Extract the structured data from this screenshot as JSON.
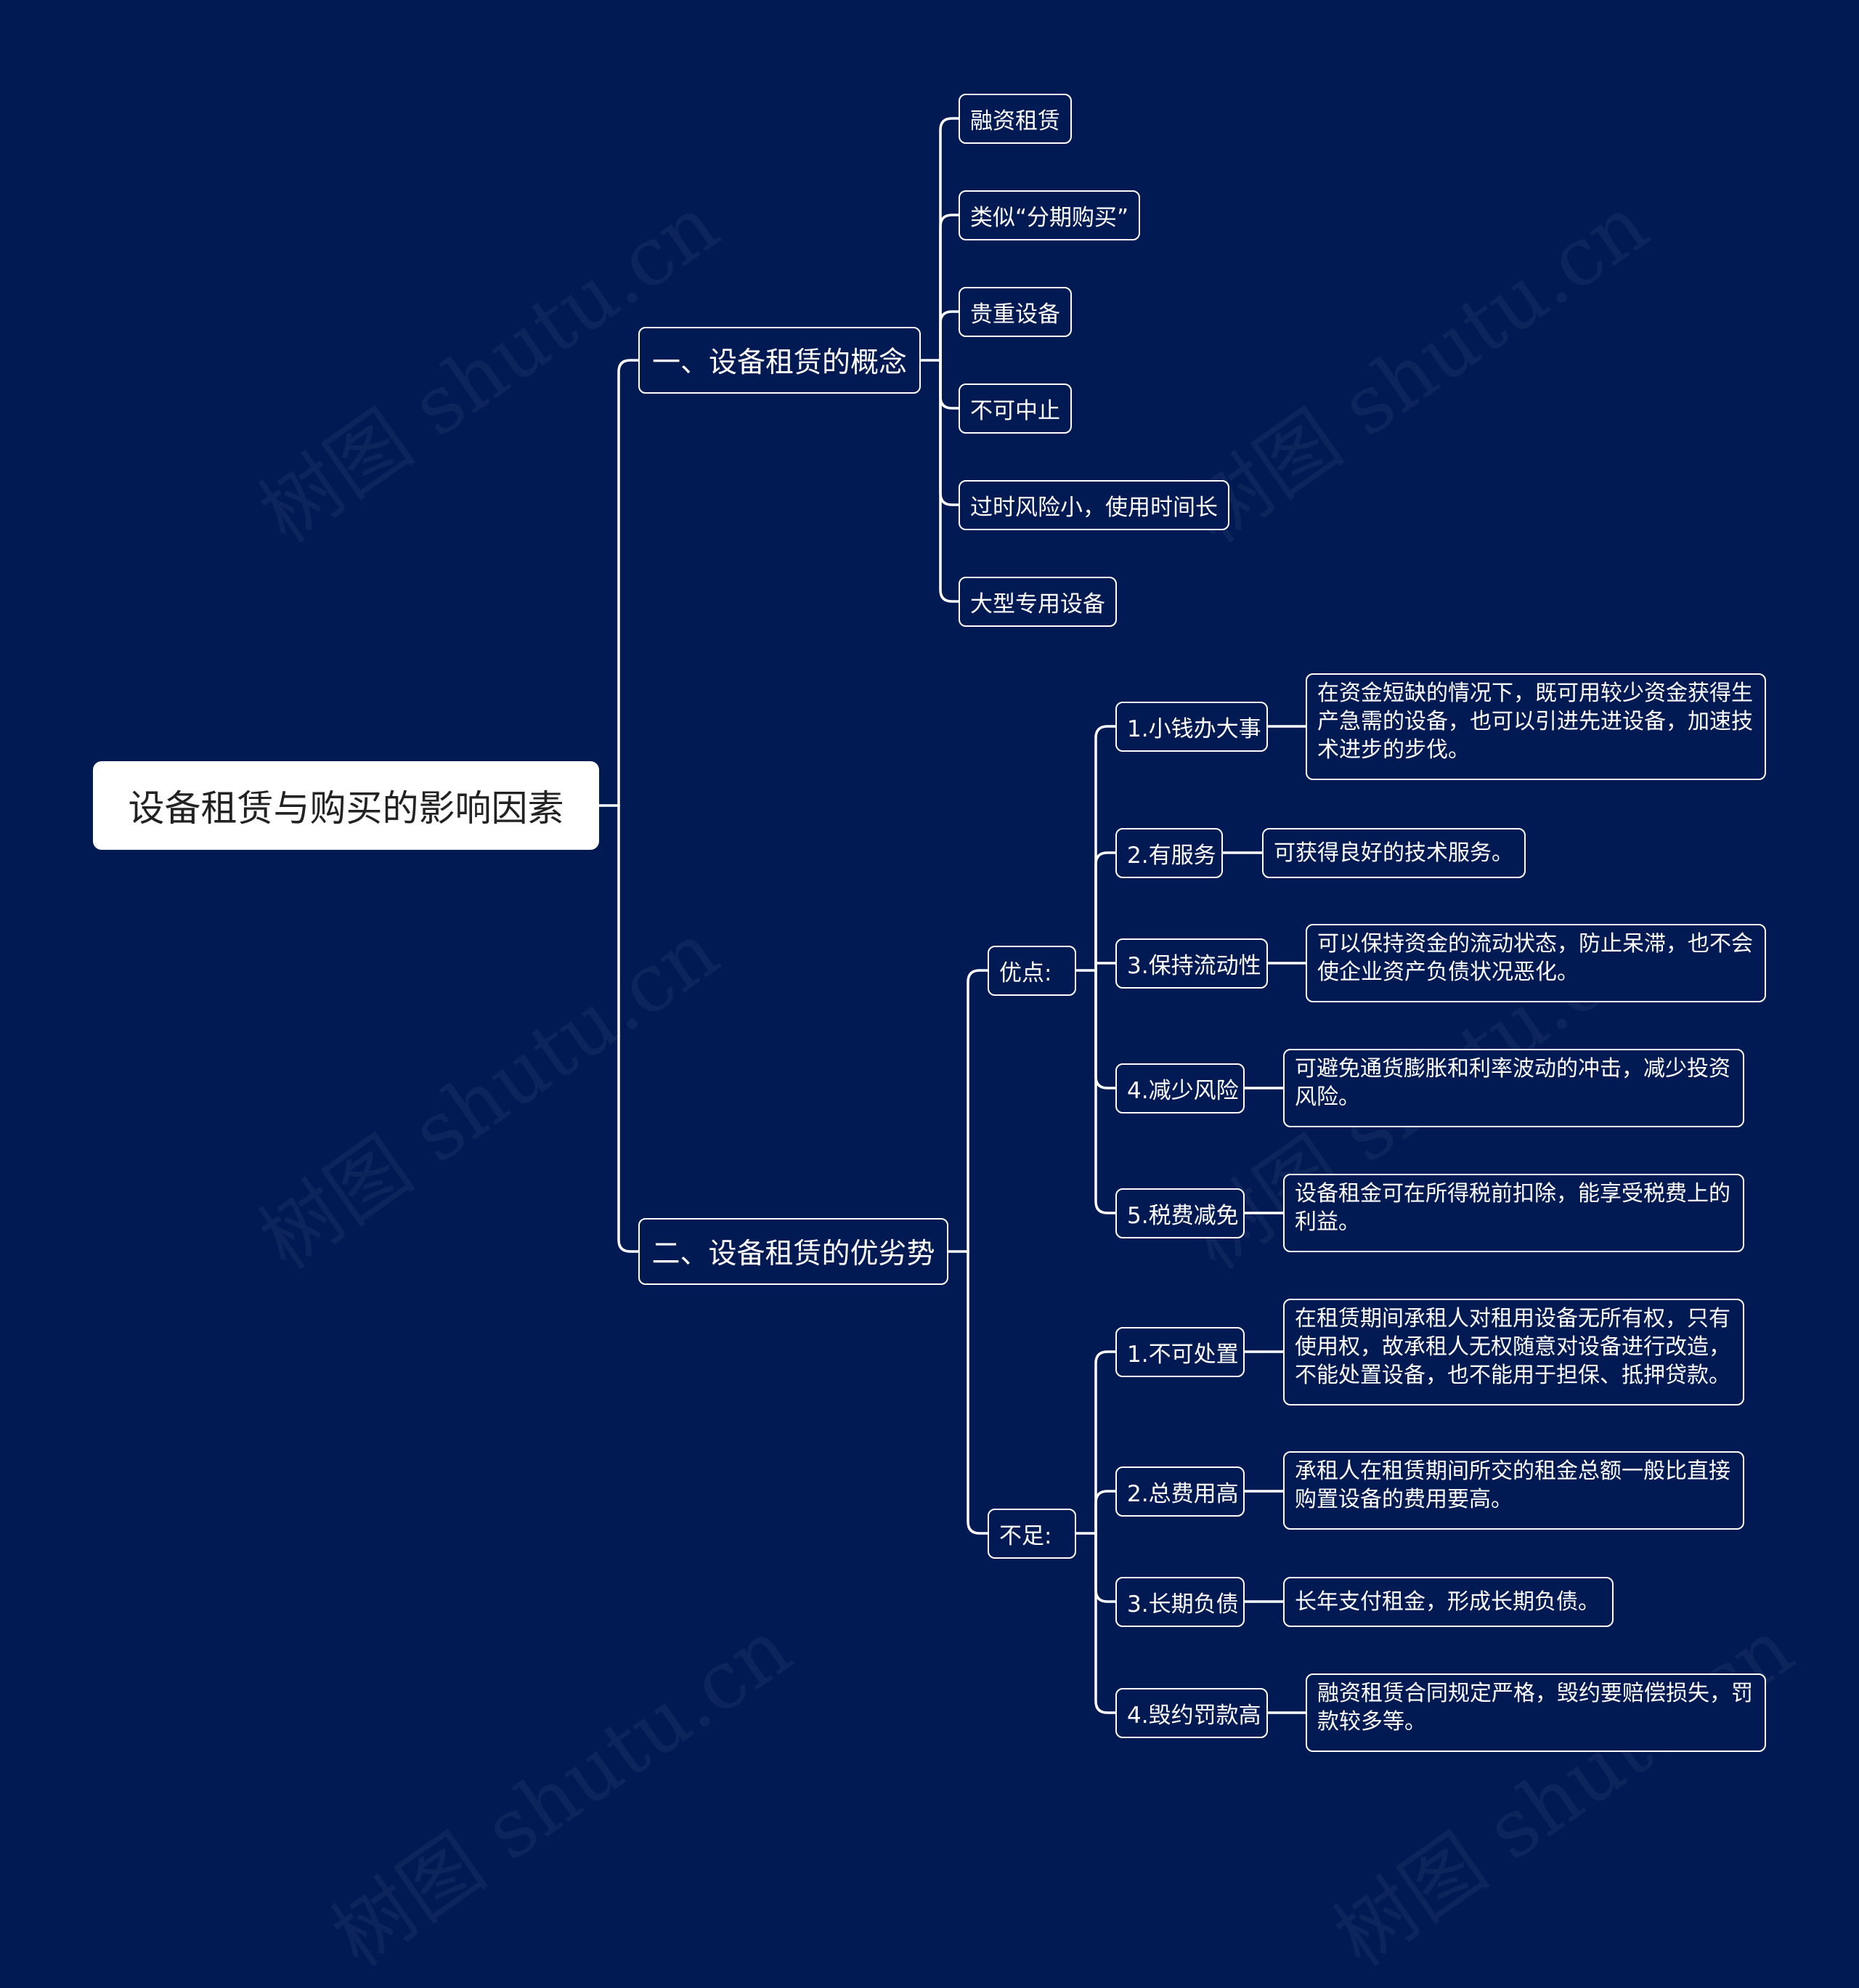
{
  "colors": {
    "background": "#021a54",
    "line": "#ffffff",
    "root_fill": "#ffffff",
    "root_text": "#222222"
  },
  "watermark": "树图 shutu.cn",
  "root": {
    "label": "设备租赁与购买的影响因素"
  },
  "branch1": {
    "label": "一、设备租赁的概念",
    "items": [
      "融资租赁",
      "类似“分期购买”",
      "贵重设备",
      "不可中止",
      "过时风险小，使用时间长",
      "大型专用设备"
    ]
  },
  "branch2": {
    "label": "二、设备租赁的优劣势",
    "pros": {
      "label": "优点:",
      "items": [
        {
          "label": "1.小钱办大事",
          "desc": "在资金短缺的情况下，既可用较少资金获得生产急需的设备，也可以引进先进设备，加速技术进步的步伐。"
        },
        {
          "label": "2.有服务",
          "desc": "可获得良好的技术服务。"
        },
        {
          "label": "3.保持流动性",
          "desc": "可以保持资金的流动状态，防止呆滞，也不会使企业资产负债状况恶化。"
        },
        {
          "label": "4.减少风险",
          "desc": "可避免通货膨胀和利率波动的冲击，减少投资风险。"
        },
        {
          "label": "5.税费减免",
          "desc": "设备租金可在所得税前扣除，能享受税费上的利益。"
        }
      ]
    },
    "cons": {
      "label": "不足:",
      "items": [
        {
          "label": "1.不可处置",
          "desc": "在租赁期间承租人对租用设备无所有权，只有使用权，故承租人无权随意对设备进行改造，不能处置设备，也不能用于担保、抵押贷款。"
        },
        {
          "label": "2.总费用高",
          "desc": "承租人在租赁期间所交的租金总额一般比直接购置设备的费用要高。"
        },
        {
          "label": "3.长期负债",
          "desc": "长年支付租金，形成长期负债。"
        },
        {
          "label": "4.毁约罚款高",
          "desc": "融资租赁合同规定严格，毁约要赔偿损失，罚款较多等。"
        }
      ]
    }
  }
}
